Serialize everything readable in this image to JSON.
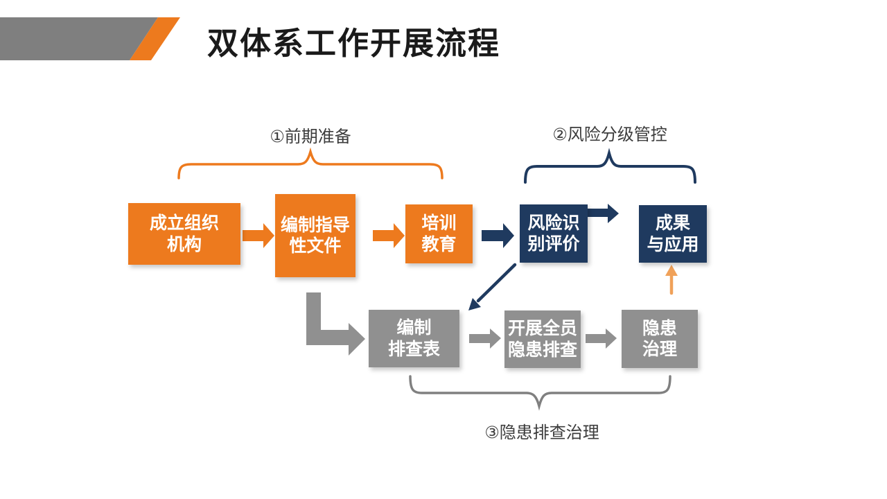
{
  "slide_title": "双体系工作开展流程",
  "colors": {
    "orange": "#ED7A1E",
    "orange_light": "#F0A159",
    "navy": "#1F3A5F",
    "gray_box": "#909090",
    "banner_gray": "#7F7F7F",
    "brace_gray": "#808080",
    "title_color": "#1A1A1A",
    "label_color": "#3C3C3C"
  },
  "section_labels": {
    "prep": "①前期准备",
    "risk": "②风险分级管控",
    "hazard": "③隐患排查治理"
  },
  "flow_boxes": {
    "establish_org": {
      "lines": [
        "成立组织",
        "机构"
      ]
    },
    "guidance_docs": {
      "lines": [
        "编制指导",
        "性文件"
      ]
    },
    "training": {
      "lines": [
        "培训",
        "教育"
      ]
    },
    "risk_identification": {
      "lines": [
        "风险识",
        "别评价"
      ]
    },
    "results_application": {
      "lines": [
        "成果",
        "与应用"
      ]
    },
    "inspection_form": {
      "lines": [
        "编制",
        "排查表"
      ]
    },
    "all_staff_inspection": {
      "lines": [
        "开展全员",
        "隐患排查"
      ]
    },
    "hazard_control": {
      "lines": [
        "隐患",
        "治理"
      ]
    }
  }
}
